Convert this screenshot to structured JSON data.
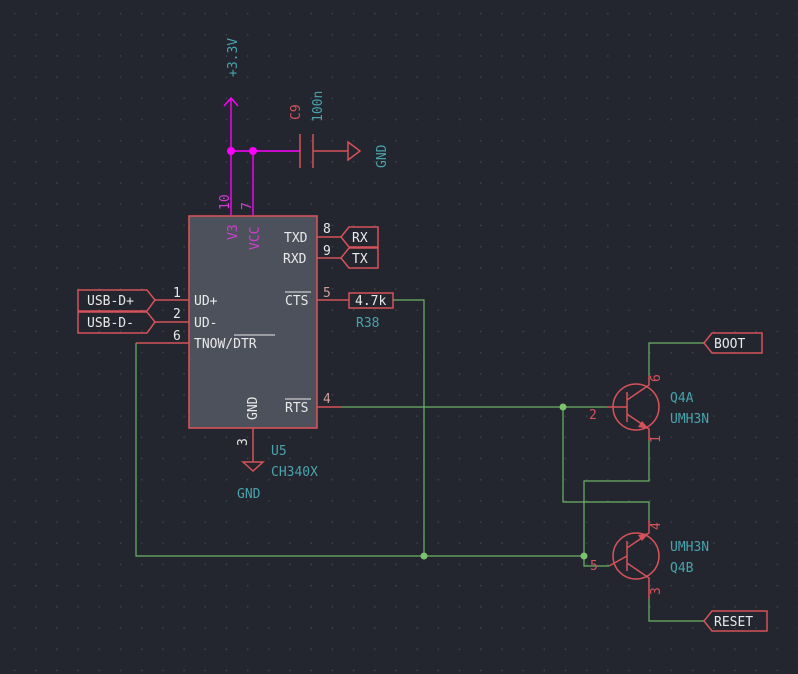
{
  "power": {
    "v33_label": "+3.3V",
    "gnd_cap_label": "GND",
    "gnd_ic_label": "GND"
  },
  "capacitor": {
    "ref": "C9",
    "value": "100n"
  },
  "ic": {
    "ref": "U5",
    "value": "CH340X",
    "pins": {
      "v3_num": "10",
      "v3_name": "V3",
      "vcc_num": "7",
      "vcc_name": "VCC",
      "txd_num": "8",
      "txd_name": "TXD",
      "rxd_num": "9",
      "rxd_name": "RXD",
      "cts_num": "5",
      "cts_name": "CTS",
      "rts_num": "4",
      "rts_name": "RTS",
      "udp_num": "1",
      "udp_name": "UD+",
      "udm_num": "2",
      "udm_name": "UD-",
      "tnow_num": "6",
      "tnow_name_plain": "TNOW/",
      "tnow_name_bar": "DTR",
      "gnd_num": "3",
      "gnd_name": "GND"
    }
  },
  "resistor": {
    "ref": "R38",
    "value": "4.7k"
  },
  "labels": {
    "rx": "RX",
    "tx": "TX",
    "usb_dp": "USB-D+",
    "usb_dm": "USB-D-",
    "boot": "BOOT",
    "reset": "RESET"
  },
  "transistors": {
    "q4a_ref": "Q4A",
    "q4a_value": "UMH3N",
    "q4a_pin_base": "2",
    "q4a_pin_collector": "6",
    "q4a_pin_emitter": "1",
    "q4b_ref": "Q4B",
    "q4b_value": "UMH3N",
    "q4b_pin_base": "5",
    "q4b_pin_collector": "3",
    "q4b_pin_emitter": "4"
  }
}
